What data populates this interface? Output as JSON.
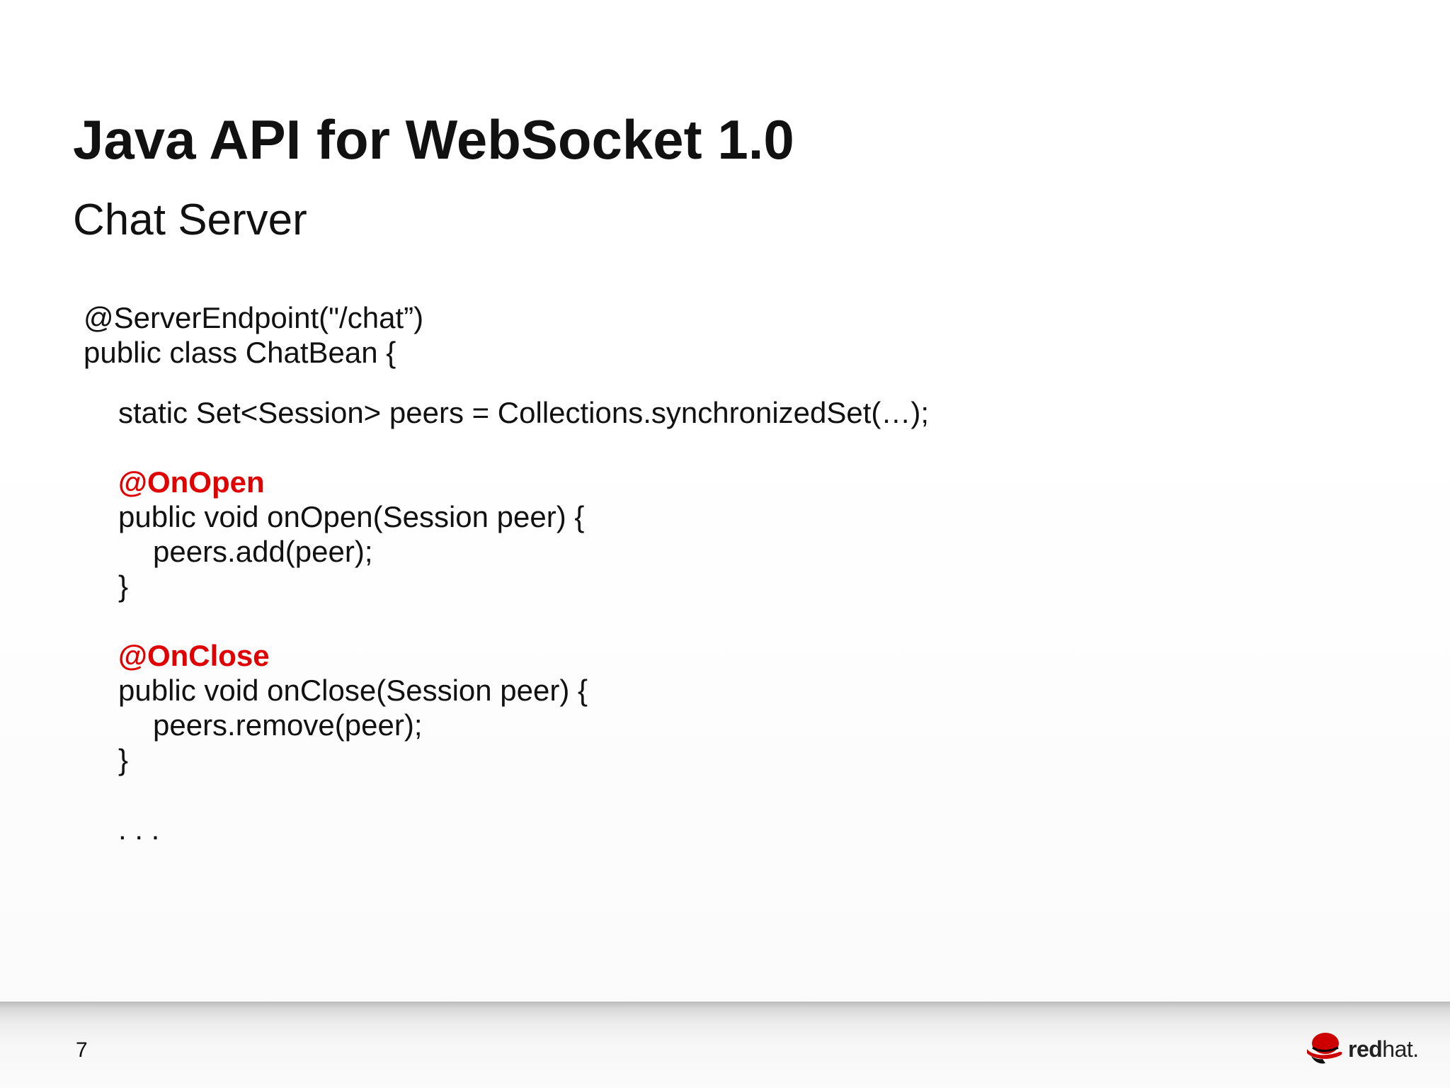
{
  "slide": {
    "title": "Java API for WebSocket 1.0",
    "subtitle": "Chat Server",
    "page_number": "7"
  },
  "code": {
    "line1": "@ServerEndpoint(\"/chat”)",
    "line2": "public class ChatBean {",
    "line3": "static Set<Session> peers = Collections.synchronizedSet(…);",
    "annotation_open": "@OnOpen",
    "line5": "public void onOpen(Session peer) {",
    "line6": "peers.add(peer);",
    "line7": "}",
    "annotation_close": "@OnClose",
    "line9": "public void onClose(Session peer) {",
    "line10": "peers.remove(peer);",
    "line11": "}",
    "ellipsis": ". . ."
  },
  "logo": {
    "word_red": "red",
    "word_hat": "hat",
    "suffix": ".",
    "icon": "redhat-shadowman-icon"
  },
  "colors": {
    "annotation": "#e00000",
    "brand_red": "#cc0000",
    "text": "#111111"
  }
}
